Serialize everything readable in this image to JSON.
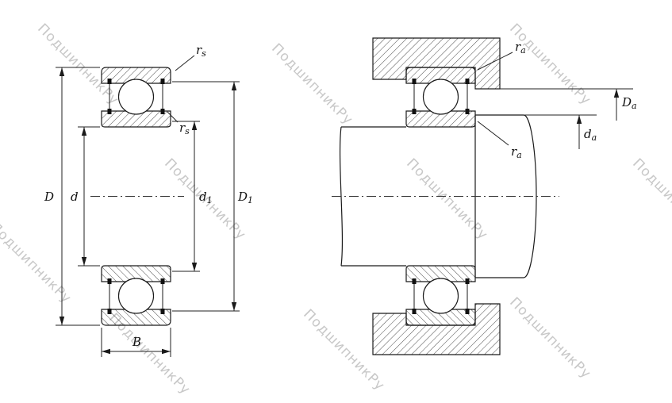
{
  "watermark": {
    "text": "ПодшипникРу",
    "color": "#c8c8c8"
  },
  "drawing": {
    "left_view": {
      "name": "bearing cross-section",
      "labels": {
        "rs_top": {
          "main": "r",
          "sub": "s"
        },
        "rs_inner": {
          "main": "r",
          "sub": "s"
        },
        "D": {
          "main": "D",
          "sub": ""
        },
        "d": {
          "main": "d",
          "sub": ""
        },
        "d1": {
          "main": "d",
          "sub": "1"
        },
        "D1": {
          "main": "D",
          "sub": "1"
        },
        "B": {
          "main": "B",
          "sub": ""
        }
      }
    },
    "right_view": {
      "name": "bearing mounted on shaft with housing",
      "labels": {
        "ra_housing": {
          "main": "r",
          "sub": "a"
        },
        "ra_shaft": {
          "main": "r",
          "sub": "a"
        },
        "Da": {
          "main": "D",
          "sub": "a"
        },
        "da": {
          "main": "d",
          "sub": "a"
        }
      }
    },
    "colors": {
      "line": "#1a1a1a",
      "hatch": "#3a3a3a",
      "background": "#ffffff"
    }
  }
}
